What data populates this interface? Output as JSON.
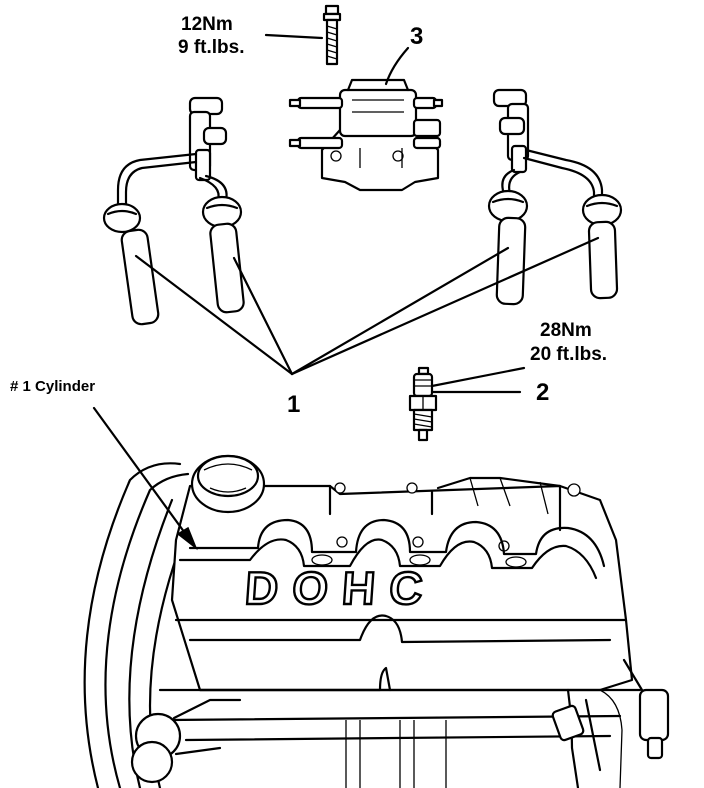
{
  "labels": {
    "coil_torque_nm": "12Nm",
    "coil_torque_ftlbs": "9 ft.lbs.",
    "plug_torque_nm": "28Nm",
    "plug_torque_ftlbs": "20 ft.lbs.",
    "callout_1": "1",
    "callout_2": "2",
    "callout_3": "3",
    "cylinder": "# 1 Cylinder",
    "cover_text": "DOHC"
  }
}
